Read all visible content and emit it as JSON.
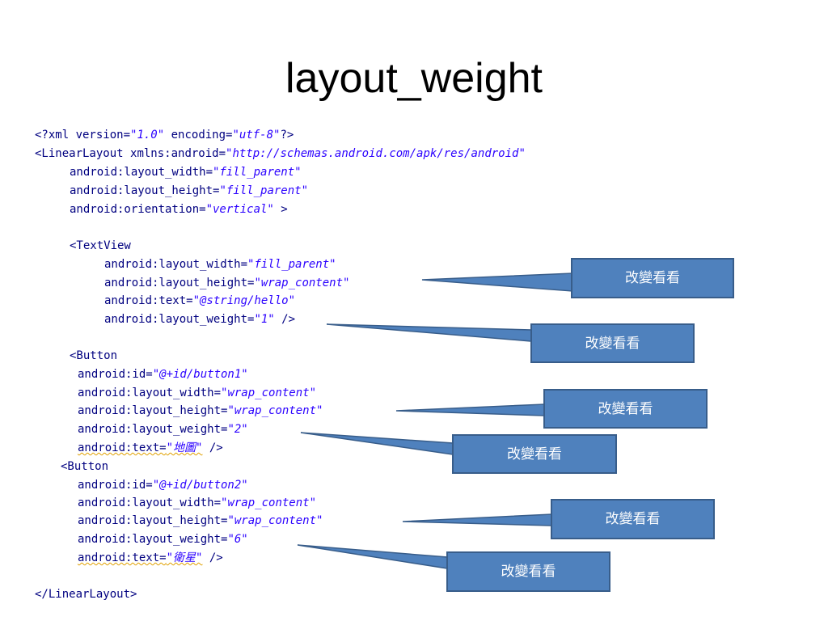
{
  "title": "layout_weight",
  "code": {
    "xml_decl": {
      "open": "<?xml version=",
      "version": "\"1.0\"",
      "enc": " encoding=",
      "encoding": "\"utf-8\"",
      "close": "?>"
    },
    "ll_open": {
      "tag": "<LinearLayout ",
      "attr": "xmlns:android=",
      "val": "\"http://schemas.android.com/apk/res/android\""
    },
    "ll_width": {
      "attr": "android:layout_width=",
      "val": "\"fill_parent\""
    },
    "ll_height": {
      "attr": "android:layout_height=",
      "val": "\"fill_parent\""
    },
    "ll_orient": {
      "attr": "android:orientation=",
      "val": "\"vertical\"",
      "close": " >"
    },
    "tv_open": "<TextView",
    "tv_width": {
      "attr": "android:layout_width=",
      "val": "\"fill_parent\""
    },
    "tv_height": {
      "attr": "android:layout_height=",
      "val": "\"wrap_content\""
    },
    "tv_text": {
      "attr": "android:text=",
      "val": "\"@string/hello\""
    },
    "tv_weight": {
      "attr": "android:layout_weight=",
      "val": "\"1\"",
      "close": " />"
    },
    "b1_open": "<Button",
    "b1_id": {
      "attr": "android:id=",
      "val": "\"@+id/button1\""
    },
    "b1_width": {
      "attr": "android:layout_width=",
      "val": "\"wrap_content\""
    },
    "b1_height": {
      "attr": "android:layout_height=",
      "val": "\"wrap_content\""
    },
    "b1_weight": {
      "attr": "android:layout_weight=",
      "val": "\"2\""
    },
    "b1_text": {
      "attr": "android:text=",
      "val": "\"地圖\"",
      "close": " />"
    },
    "b2_open": "<Button",
    "b2_id": {
      "attr": "android:id=",
      "val": "\"@+id/button2\""
    },
    "b2_width": {
      "attr": "android:layout_width=",
      "val": "\"wrap_content\""
    },
    "b2_height": {
      "attr": "android:layout_height=",
      "val": "\"wrap_content\""
    },
    "b2_weight": {
      "attr": "android:layout_weight=",
      "val": "\"6\""
    },
    "b2_text": {
      "attr": "android:text=",
      "val": "\"衛星\"",
      "close": " />"
    },
    "ll_close": "</LinearLayout>"
  },
  "callouts": [
    "改變看看",
    "改變看看",
    "改變看看",
    "改變看看",
    "改變看看",
    "改變看看"
  ],
  "colors": {
    "callout_fill": "#4f81bd",
    "callout_border": "#385d8a",
    "code_attr": "#000080",
    "code_value": "#2a00ff"
  }
}
